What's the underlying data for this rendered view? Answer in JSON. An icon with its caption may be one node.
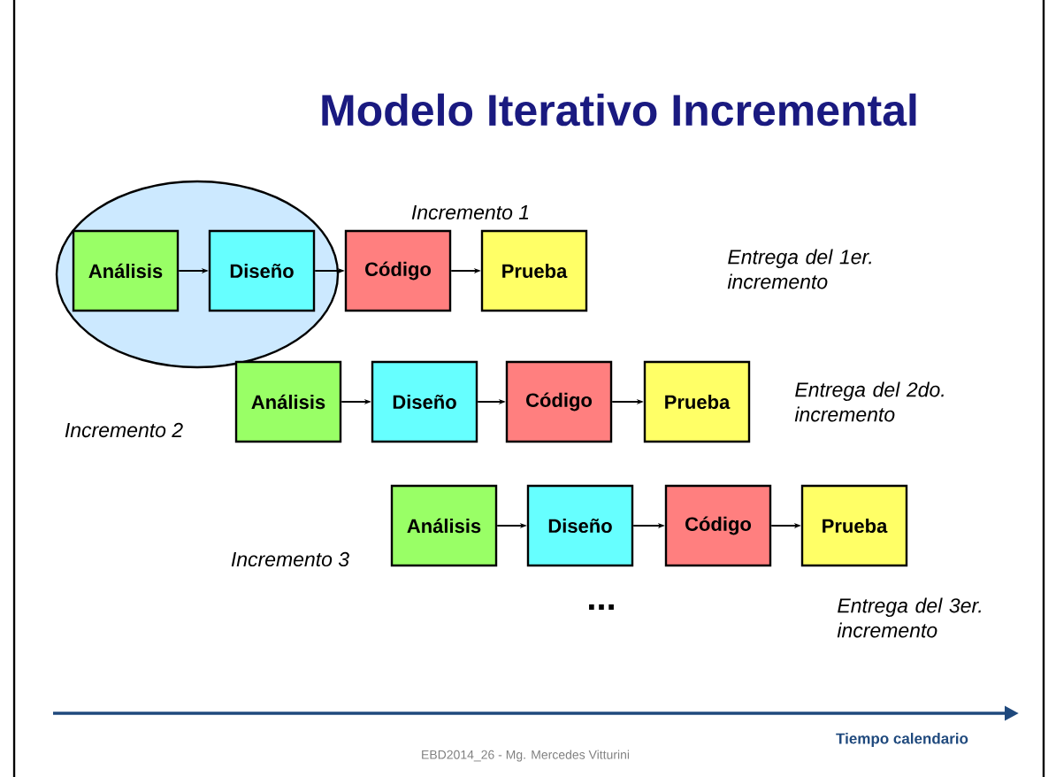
{
  "diagram": {
    "title": "Modelo Iterativo Incremental",
    "nodes": [
      {
        "text": [],
        "shape": "ellipse"
      },
      {
        "text": [
          "Análisis"
        ],
        "in": 0
      },
      {
        "text": [
          "Diseño"
        ],
        "in": 0
      },
      {
        "text": [
          "Código"
        ]
      },
      {
        "text": [
          "Prueba"
        ]
      },
      {
        "text": [
          "Análisis"
        ]
      },
      {
        "text": [
          "Diseño"
        ]
      },
      {
        "text": [
          "Código"
        ]
      },
      {
        "text": [
          "Prueba"
        ]
      },
      {
        "text": [
          "Análisis"
        ]
      },
      {
        "text": [
          "Diseño"
        ]
      },
      {
        "text": [
          "Código"
        ]
      },
      {
        "text": [
          "Prueba"
        ]
      }
    ],
    "edges": [
      {
        "from": 1,
        "to": 2,
        "arrow": "to"
      },
      {
        "from": 2,
        "to": 3,
        "arrow": "to"
      },
      {
        "from": 3,
        "to": 4,
        "arrow": "to"
      },
      {
        "from": 5,
        "to": 6,
        "arrow": "to"
      },
      {
        "from": 6,
        "to": 7,
        "arrow": "to"
      },
      {
        "from": 7,
        "to": 8,
        "arrow": "to"
      },
      {
        "from": 9,
        "to": 10,
        "arrow": "to"
      },
      {
        "from": 10,
        "to": 11,
        "arrow": "to"
      },
      {
        "from": 11,
        "to": 12,
        "arrow": "to"
      }
    ],
    "labels": [
      "Incremento 1",
      "Entrega del 1er. incremento",
      "Entrega del 2do. incremento",
      "Incremento 2",
      "Incremento 3",
      "Entrega del 3er. incremento",
      "...",
      "Tiempo calendario",
      "EBD2014_26 - Mg. Mercedes Vitturini"
    ]
  }
}
